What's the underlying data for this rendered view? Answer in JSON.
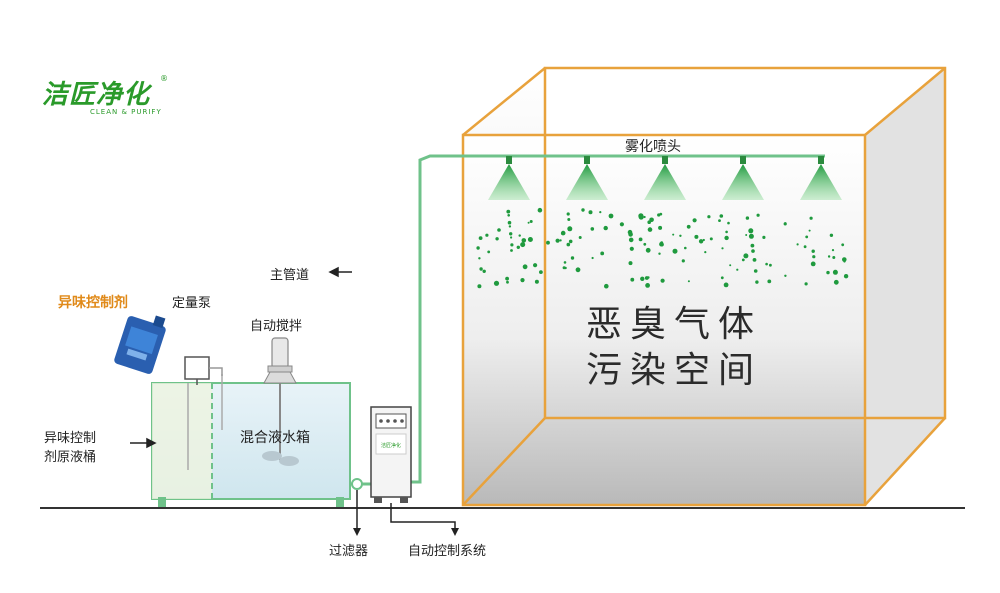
{
  "logo": {
    "cn": "洁匠净化",
    "en": "CLEAN & PURIFY",
    "reg": "®"
  },
  "labels": {
    "nozzle": "雾化喷头",
    "main_pipe": "主管道",
    "odor_agent": "异味控制剂",
    "pump": "定量泵",
    "stirrer": "自动搅拌",
    "mix_tank": "混合液水箱",
    "raw_tank_line1": "异味控制",
    "raw_tank_line2": "剂原液桶",
    "filter": "过滤器",
    "control_system": "自动控制系统",
    "space_line1": "恶臭气体",
    "space_line2": "污染空间",
    "cabinet_brand": "洁匠净化"
  },
  "colors": {
    "box_frame": "#e8a23c",
    "pipe": "#6fc28a",
    "spray": "#2bb24c",
    "droplet": "#1f9a3e",
    "jug": "#2a5fb0",
    "brand": "#2a9a2a"
  }
}
